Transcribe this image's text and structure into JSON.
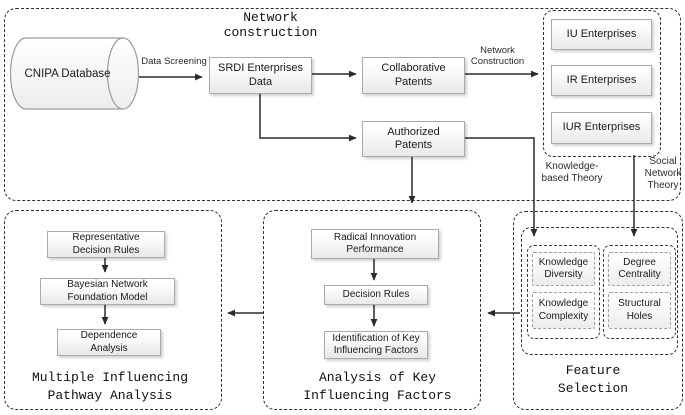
{
  "colors": {
    "line": "#2b2b2b",
    "dash_border": "#2e2e2e",
    "node_border": "#abaaaa",
    "node_fill_top": "#ffffff",
    "node_fill_bottom": "#e9e9e9",
    "text": "#1a1a1a"
  },
  "network_construction": {
    "section_title": "Network\nconstruction",
    "cnipa": "CNIPA Database",
    "srdi": "SRDI Enterprises\nData",
    "collaborative": "Collaborative\nPatents",
    "authorized": "Authorized\nPatents",
    "enterprises": {
      "iu": "IU Enterprises",
      "ir": "IR Enterprises",
      "iur": "IUR Enterprises"
    },
    "labels": {
      "data_screening": "Data Screening",
      "network_construction": "Network\nConstruction",
      "knowledge_based_theory": "Knowledge-\nbased Theory",
      "social_network_theory": "Social\nNetwork\nTheory"
    }
  },
  "pathway_analysis": {
    "section_title": "Multiple Influencing\nPathway Analysis",
    "representative": "Representative\nDecision Rules",
    "bayesian": "Bayesian Network\nFoundation Model",
    "dependence": "Dependence\nAnalysis"
  },
  "key_factors": {
    "section_title": "Analysis of Key\nInfluencing Factors",
    "radical": "Radical Innovation\nPerformance",
    "decision_rules": "Decision Rules",
    "identification": "Identification of Key\nInfluencing Factors"
  },
  "feature_selection": {
    "section_title": "Feature\nSelection",
    "knowledge_diversity": "Knowledge\nDiversity",
    "knowledge_complexity": "Knowledge\nComplexity",
    "degree_centrality": "Degree\nCentrality",
    "structural_holes": "Structural\nHoles"
  }
}
